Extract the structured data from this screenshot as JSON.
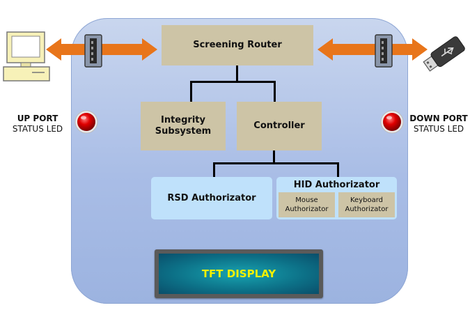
{
  "blocks": {
    "screening_router": "Screening Router",
    "integrity_subsystem": "Integrity Subsystem",
    "controller": "Controller",
    "rsd_authorizator": "RSD Authorizator",
    "hid_authorizator": "HID Authorizator",
    "mouse_authorizator": "Mouse Authorizator",
    "keyboard_authorizator": "Keyboard Authorizator",
    "tft_display": "TFT DISPLAY"
  },
  "ports": {
    "up_title": "UP PORT",
    "up_sub": "STATUS LED",
    "down_title": "DOWN PORT",
    "down_sub": "STATUS LED"
  },
  "icons": {
    "left_device": "computer-icon",
    "right_device": "usb-drive-icon",
    "led": "red-led-icon",
    "connector": "usb-port-icon",
    "arrow": "double-arrow-icon"
  },
  "colors": {
    "device_body": "#a9bde6",
    "tan_block": "#cdc4a6",
    "blue_block": "#bfe1fb",
    "arrow": "#e8751a",
    "led": "#e00000",
    "tft_text": "#f3f000"
  }
}
